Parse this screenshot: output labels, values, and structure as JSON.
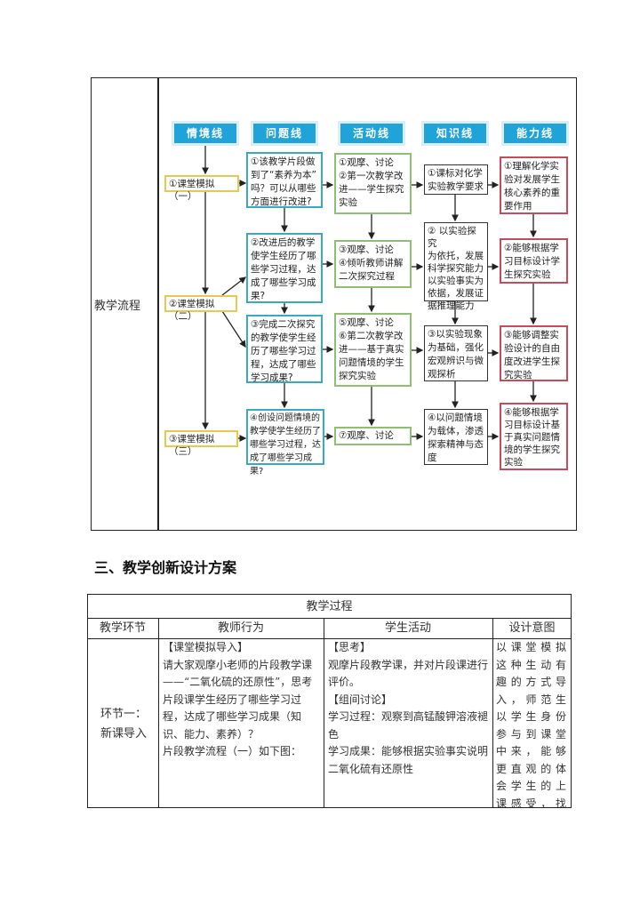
{
  "flow_table": {
    "row_label": "教学流程"
  },
  "diagram": {
    "headers": [
      "情境线",
      "问题线",
      "活动线",
      "知识线",
      "能力线"
    ],
    "situation": [
      "①课堂模拟（一）",
      "②课堂模拟（二）",
      "③课堂模拟（三）"
    ],
    "question": [
      "①该教学片段做\n到了“素养为本”\n吗？可以从哪些\n方面进行改进?",
      "②改进后的教学\n使学生经历了哪\n些学习过程，达\n成了哪些学习成\n果?",
      "③完成二次探究\n的教学使学生经\n历了哪些学习过\n程，达成了哪些\n学习成果?",
      "④创设问题情境的\n教学使学生经历了\n哪些学习过程，达\n成了哪些学习成果?"
    ],
    "activity": [
      "①观摩、讨论\n②第一次教学改\n进——学生探究\n实验",
      "③观摩、讨论\n④倾听教师讲解\n二次探究过程",
      "⑤观摩、讨论\n⑥第二次教学改\n进——基于真实\n问题情境的学生\n探究实验",
      "⑦观摩、讨论"
    ],
    "knowledge": [
      "①课标对化学\n实验教学要求",
      "② 以实验探究\n为依托，发展\n科学探究能力\n以实验事实为\n依据，发展证\n据推理能力",
      "③以实验现象\n为基础，强化\n宏观辨识与微\n观探析",
      "④以问题情境\n为载体，渗透\n探索精神与态\n度"
    ],
    "ability": [
      "①理解化学实\n验对发展学生\n核心素养的重\n要作用",
      "②能够根据学\n习目标设计学\n生探究实验",
      "③能够调整实\n验设计的自由\n度改进学生探\n究实验",
      "④能够根据学\n习目标设计基\n于真实问题情\n境的学生探究\n实验"
    ]
  },
  "section_heading": "三、教学创新设计方案",
  "process_table": {
    "title": "教学过程",
    "columns": [
      "教学环节",
      "教师行为",
      "学生活动",
      "设计意图"
    ],
    "row": {
      "stage": "环节一：\n新课导入",
      "teacher": "【课堂模拟导入】\n请大家观摩小老师的片段教学课——“二氧化硫的还原性”，思考片段课学生经历了哪些学习过程，达成了哪些学习成果（知识、能力、素养）？\n片段教学流程（一）如下图：",
      "student": "【思考】\n观摩片段教学课，并对片段课进行评价。\n【组间讨论】\n学习过程：观察到高锰酸钾溶液褪色\n学习成果：能够根据实验事实说明二氧化硫有还原性",
      "intent": "以课堂模拟这种生动有趣的方式导入，师范生以学生身份参与到课堂中来，能够更直观的体会学生的上课感受，找到实验"
    }
  }
}
